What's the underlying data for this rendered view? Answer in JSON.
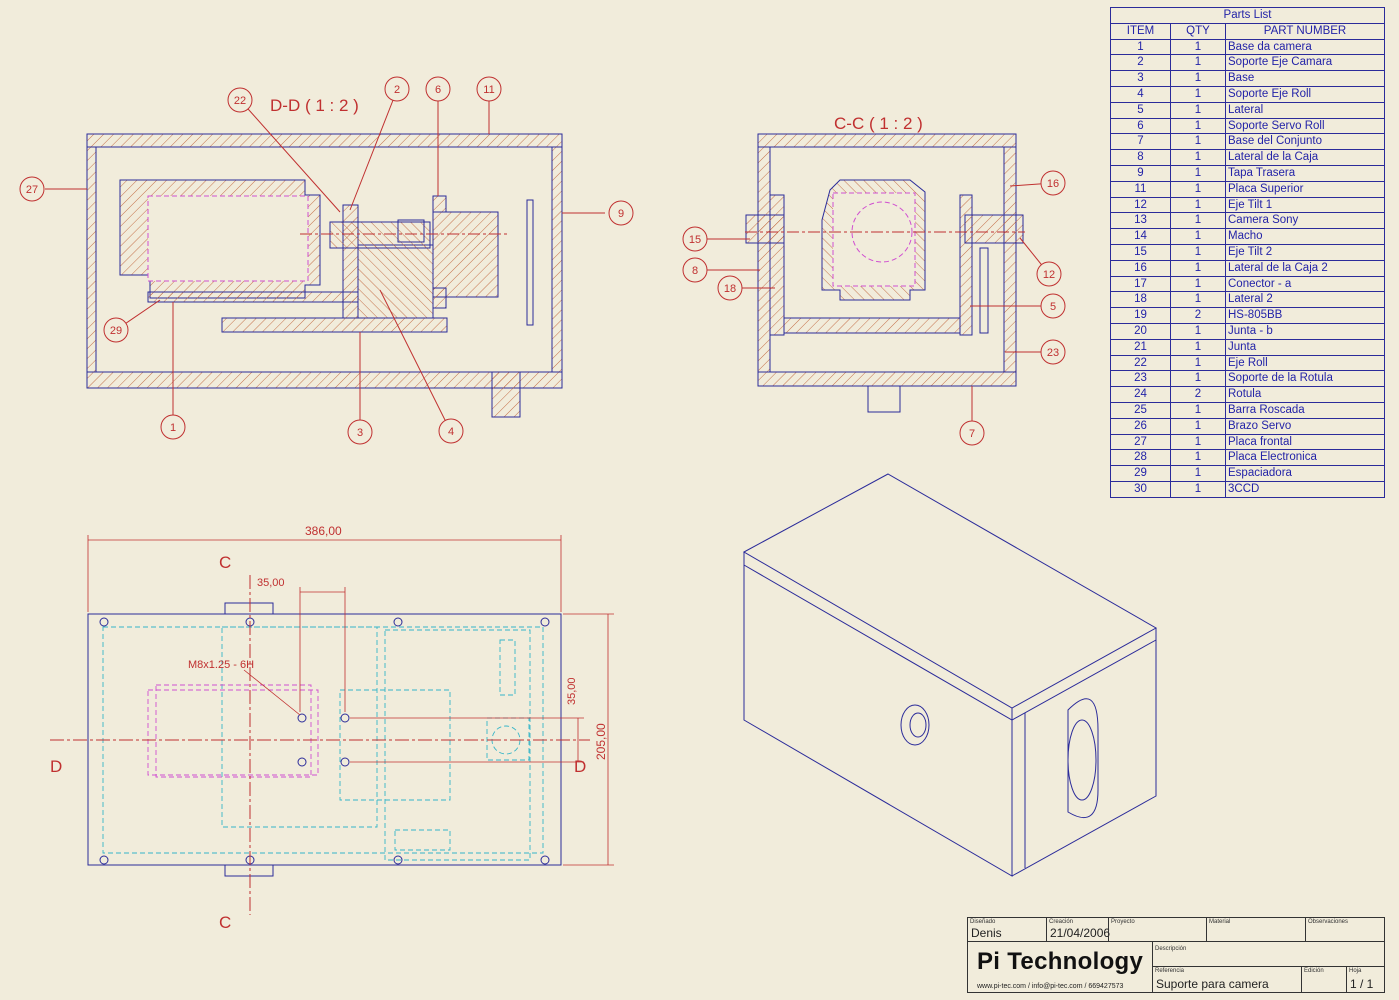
{
  "views": {
    "section_dd": {
      "title": "D-D ( 1 : 2 )",
      "balloons": [
        "22",
        "2",
        "6",
        "11",
        "27",
        "9",
        "29",
        "1",
        "3",
        "4"
      ]
    },
    "section_cc": {
      "title": "C-C ( 1 : 2 )",
      "balloons": [
        "16",
        "15",
        "12",
        "8",
        "18",
        "5",
        "23",
        "7"
      ]
    },
    "plan": {
      "dim_width": "386,00",
      "dim_offset": "35,00",
      "dim_vertical_small": "35,00",
      "dim_height": "205,00",
      "thread_note": "M8x1.25 - 6H",
      "cut_c": "C",
      "cut_d": "D"
    }
  },
  "parts_list": {
    "title": "Parts List",
    "headers": [
      "ITEM",
      "QTY",
      "PART NUMBER"
    ],
    "rows": [
      [
        "1",
        "1",
        "Base da camera"
      ],
      [
        "2",
        "1",
        "Soporte Eje Camara"
      ],
      [
        "3",
        "1",
        "Base"
      ],
      [
        "4",
        "1",
        "Soporte Eje Roll"
      ],
      [
        "5",
        "1",
        "Lateral"
      ],
      [
        "6",
        "1",
        "Soporte Servo Roll"
      ],
      [
        "7",
        "1",
        "Base del Conjunto"
      ],
      [
        "8",
        "1",
        "Lateral de la Caja"
      ],
      [
        "9",
        "1",
        "Tapa Trasera"
      ],
      [
        "11",
        "1",
        "Placa Superior"
      ],
      [
        "12",
        "1",
        "Eje Tilt 1"
      ],
      [
        "13",
        "1",
        "Camera Sony"
      ],
      [
        "14",
        "1",
        "Macho"
      ],
      [
        "15",
        "1",
        "Eje Tilt 2"
      ],
      [
        "16",
        "1",
        "Lateral de la Caja 2"
      ],
      [
        "17",
        "1",
        "Conector - a"
      ],
      [
        "18",
        "1",
        "Lateral 2"
      ],
      [
        "19",
        "2",
        "HS-805BB"
      ],
      [
        "20",
        "1",
        "Junta - b"
      ],
      [
        "21",
        "1",
        "Junta"
      ],
      [
        "22",
        "1",
        "Eje Roll"
      ],
      [
        "23",
        "1",
        "Soporte de la Rotula"
      ],
      [
        "24",
        "2",
        "Rotula"
      ],
      [
        "25",
        "1",
        "Barra Roscada"
      ],
      [
        "26",
        "1",
        "Brazo Servo"
      ],
      [
        "27",
        "1",
        "Placa frontal"
      ],
      [
        "28",
        "1",
        "Placa Electronica"
      ],
      [
        "29",
        "1",
        "Espaciadora"
      ],
      [
        "30",
        "1",
        "3CCD"
      ]
    ]
  },
  "title_block": {
    "designed_label": "Diseñado",
    "designed": "Denis",
    "created_label": "Creación",
    "created": "21/04/2006",
    "project_label": "Proyecto",
    "project": "",
    "material_label": "Material",
    "material": "",
    "observations_label": "Observaciones",
    "observations": "",
    "description_label": "Descripción",
    "description": "",
    "reference_label": "Referencia",
    "reference": "Suporte para camera",
    "edition_label": "Edición",
    "edition": "",
    "sheet_label": "Hoja",
    "sheet": "1 / 1",
    "company": "Pi Technology",
    "contact": "www.pi-tec.com / info@pi-tec.com / 669427573"
  }
}
